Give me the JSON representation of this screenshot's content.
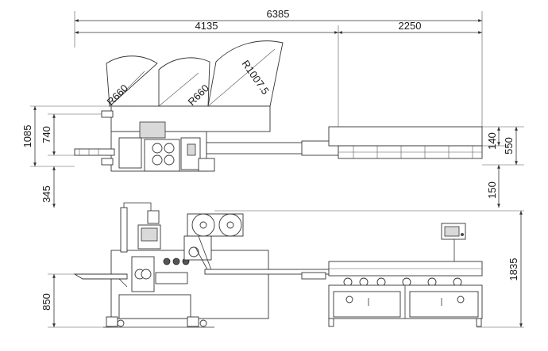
{
  "dimensions": {
    "total_length": "6385",
    "main_length": "4135",
    "conveyor_length": "2250",
    "overall_width": "1085",
    "frame_width": "740",
    "infeed_offset": "345",
    "conveyor_offset": "140",
    "conveyor_width": "550",
    "conveyor_gap": "150",
    "machine_height": "1835",
    "table_height": "850"
  },
  "radii": {
    "film_reel_left": "R660",
    "film_reel_middle": "R660",
    "film_reel_right": "R1007.5"
  }
}
